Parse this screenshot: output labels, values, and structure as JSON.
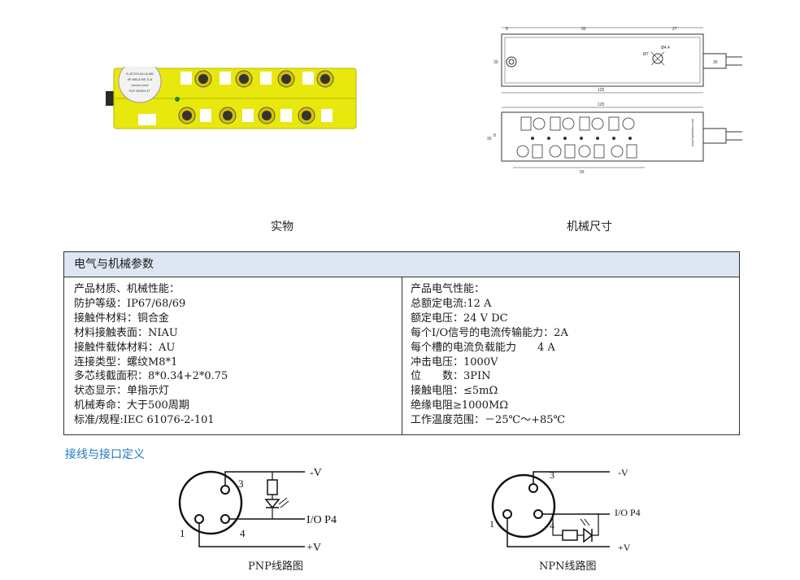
{
  "captions": {
    "photo": "实物",
    "dimensions": "机械尺寸"
  },
  "drawing": {
    "top_dims": [
      "5",
      "93",
      "27",
      "30",
      "Ø7",
      "Ø4.4",
      "30",
      "125"
    ],
    "front_dims": [
      "125",
      "8",
      "30",
      "93"
    ],
    "brand_text": "www.kyfsehaa.com"
  },
  "photo": {
    "label_lines": [
      "K-AT-EH-AU-A-M8",
      "4P-MB-8-NS-S-A",
      "xxxxxx-xxxx",
      "KLF-M1NS-4T"
    ]
  },
  "spec": {
    "header": "电气与机械参数",
    "left_title": "产品材质、机械性能：",
    "left_rows": [
      "防护等级：IP67/68/69",
      "接触件材料：铜合金",
      "材料接触表面：NIAU",
      "接触件载体材料：AU",
      "连接类型：螺纹M8*1",
      "多芯线截面积：8*0.34+2*0.75",
      "状态显示：单指示灯",
      "机械寿命：大于500周期",
      "标准/规程:IEC 61076-2-101"
    ],
    "right_title": "产品电气性能：",
    "right_rows": [
      "总额定电流:12 A",
      "额定电压：24 V DC",
      "每个I/O信号的电流传输能力：2A",
      "每个槽的电流负载能力　　4 A",
      "冲击电压：1000V",
      "位　　数：3PIN",
      "接触电阻：≤5mΩ",
      "绝缘电阻≥1000MΩ",
      "工作温度范围：－25℃～+85℃"
    ]
  },
  "wiring": {
    "section_title": "接线与接口定义",
    "pnp": {
      "caption": "PNP线路图",
      "pins": [
        "3",
        "1",
        "4"
      ],
      "labels": [
        "-V",
        "I/O P4",
        "+V"
      ]
    },
    "npn": {
      "caption": "NPN线路图",
      "pins": [
        "3",
        "1",
        "4"
      ],
      "labels": [
        "-V",
        "I/O P4",
        "+V"
      ]
    }
  }
}
